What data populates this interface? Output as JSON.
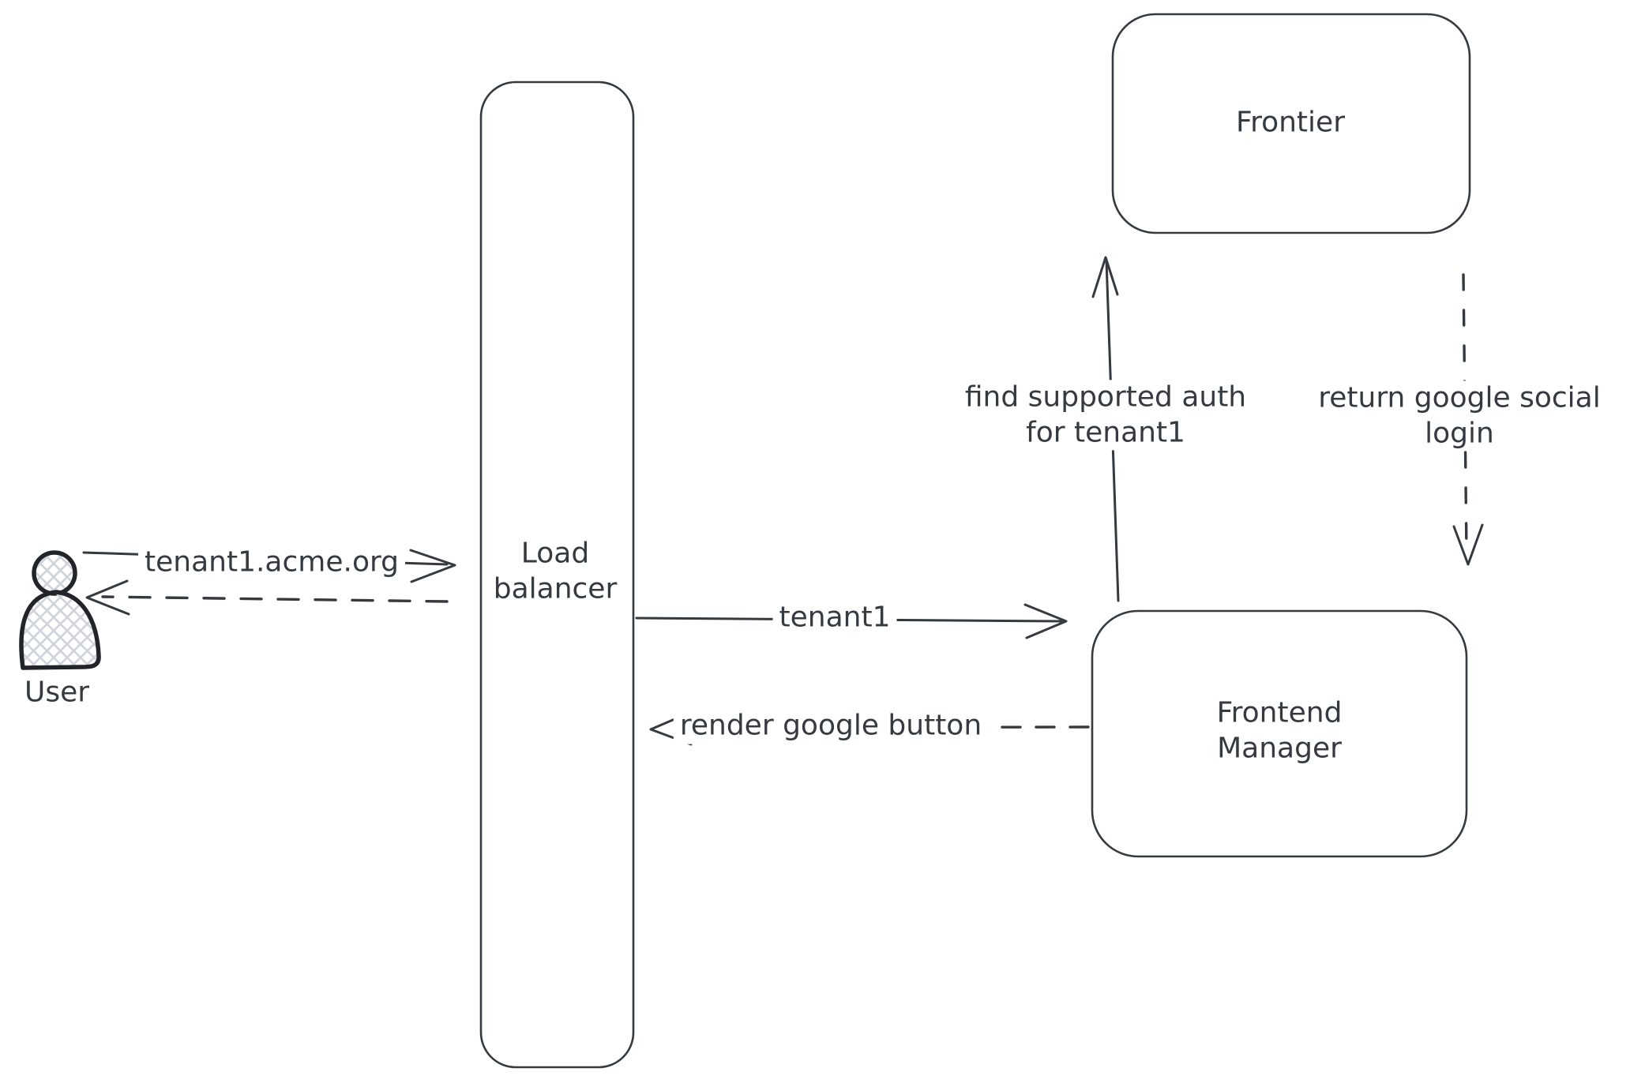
{
  "colors": {
    "stroke": "#343a40",
    "icon_stroke": "#212529",
    "crosshatch_fill": "#ced4da",
    "background": "#ffffff"
  },
  "actors": {
    "user": {
      "label": "User"
    }
  },
  "nodes": {
    "load_balancer": {
      "lines": [
        "Load",
        "balancer"
      ]
    },
    "frontier": {
      "label": "Frontier"
    },
    "frontend_manager": {
      "lines": [
        "Frontend",
        "Manager"
      ]
    }
  },
  "edges": {
    "user_to_load_balancer": {
      "label": "tenant1.acme.org"
    },
    "load_balancer_to_frontend_manager": {
      "label": "tenant1"
    },
    "frontend_manager_to_load_balancer": {
      "label": "render google button"
    },
    "frontend_manager_to_frontier": {
      "lines": [
        "find supported auth",
        "for tenant1"
      ]
    },
    "frontier_to_frontend_manager": {
      "lines": [
        "return google social",
        "login"
      ]
    }
  }
}
